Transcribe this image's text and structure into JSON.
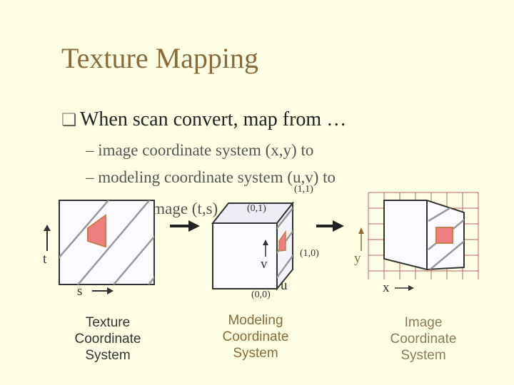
{
  "slide": {
    "title": "Texture Mapping",
    "bullet": "When scan convert, map from …",
    "bullet_icon": "box-bullet-icon",
    "sub_items": [
      "– image coordinate system (x,y) to",
      "– modeling coordinate system (u,v) to",
      "– texture image (t,s)"
    ]
  },
  "texture_panel": {
    "axis_t": "t",
    "axis_s": "s",
    "caption": "Texture Coordinate System"
  },
  "modeling_panel": {
    "label_11": "(1,1)",
    "label_01": "(0,1)",
    "label_10": "(1,0)",
    "label_00": "(0,0)",
    "axis_v": "v",
    "axis_u": "u",
    "caption": "Modeling Coordinate System"
  },
  "image_panel": {
    "axis_y": "y",
    "axis_x": "x",
    "caption": "Image Coordinate System"
  },
  "colors": {
    "title": "#8a6a3a",
    "background": "#ffffe5",
    "highlight": "#f08080",
    "accent": "#d4a060"
  }
}
